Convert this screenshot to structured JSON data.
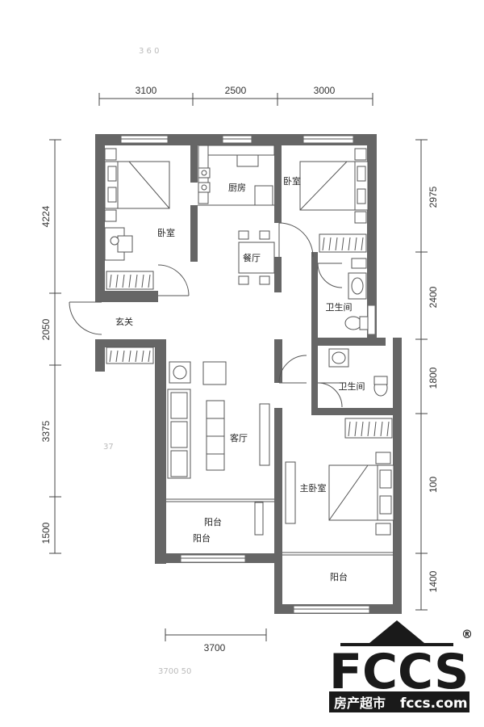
{
  "rooms": {
    "bedroom_nw": "卧室",
    "kitchen": "厨房",
    "bedroom_ne": "卧室",
    "dining": "餐厅",
    "entry": "玄关",
    "bath_1": "卫生间",
    "bath_2": "卫生间",
    "living": "客厅",
    "master": "主卧室",
    "balcony_s": "阳台",
    "balcony_e": "阳台",
    "balcony_ghost": "阳台"
  },
  "dims": {
    "top": [
      "3100",
      "2500",
      "3000"
    ],
    "left": [
      "4224",
      "2050",
      "3375",
      "1500"
    ],
    "right": [
      "2975",
      "2400",
      "1800",
      "100",
      "1400"
    ],
    "bottom": "3700"
  },
  "ghost": {
    "top": "3 6 0",
    "left_mid": "37",
    "bottom": "3700 50"
  },
  "logo": {
    "brand": "FCCS",
    "registered": "®",
    "cn": "房产超市",
    "domain": "fccs.com"
  }
}
